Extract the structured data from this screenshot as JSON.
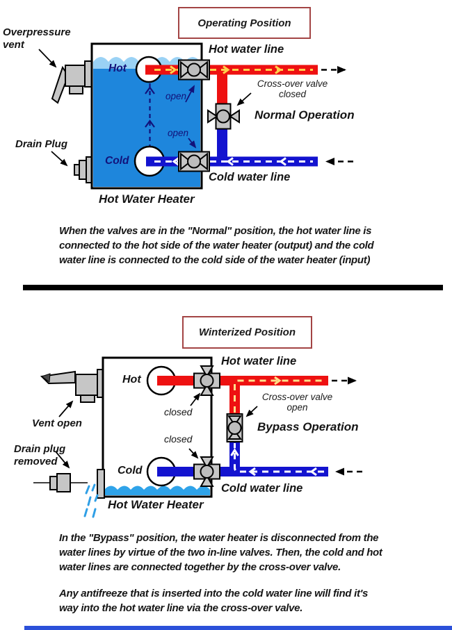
{
  "colors": {
    "pipe_hot": "#ee1111",
    "pipe_cold": "#1313cf",
    "tank_water": "#1e86dc",
    "water_surface": "#9ad2f5",
    "winter_water": "#2fa3e9",
    "valve_gray": "#c6c6c6",
    "flow_dash_hot": "#ffd24d",
    "flow_dash_cold": "#ffffff",
    "title_box_border": "#a34444",
    "navy_text": "#12127a",
    "footer_bar": "#2b50d9"
  },
  "top_section": {
    "title": "Operating Position",
    "labels": {
      "overpressure_vent": "Overpressure\nvent",
      "drain_plug": "Drain Plug",
      "hot_water_line": "Hot water line",
      "cold_water_line": "Cold water line",
      "crossover_valve": "Cross-over valve\nclosed",
      "mode": "Normal Operation",
      "valve_hot_state": "open",
      "valve_cold_state": "open",
      "hot_port": "Hot",
      "cold_port": "Cold",
      "heater": "Hot Water Heater"
    },
    "caption": "When the valves are in the \"Normal\" position, the hot water line is\nconnected to the hot side of the water heater (output) and the cold\nwater line is connected to the cold side of the water heater (input)"
  },
  "bottom_section": {
    "title": "Winterized Position",
    "labels": {
      "vent": "Vent open",
      "drain_plug": "Drain plug\nremoved",
      "hot_water_line": "Hot water line",
      "cold_water_line": "Cold water line",
      "crossover_valve": "Cross-over valve\nopen",
      "mode": "Bypass Operation",
      "valve_hot_state": "closed",
      "valve_cold_state": "closed",
      "hot_port": "Hot",
      "cold_port": "Cold",
      "heater": "Hot Water Heater"
    },
    "caption_1": "In the \"Bypass\" position, the water heater is disconnected from the\nwater lines by virtue of the two in-line valves. Then, the cold and hot\nwater lines are connected together by the cross-over valve.",
    "caption_2": "Any antifreeze that is inserted into the cold water line will find it's\nway into the hot water line via the cross-over valve."
  }
}
